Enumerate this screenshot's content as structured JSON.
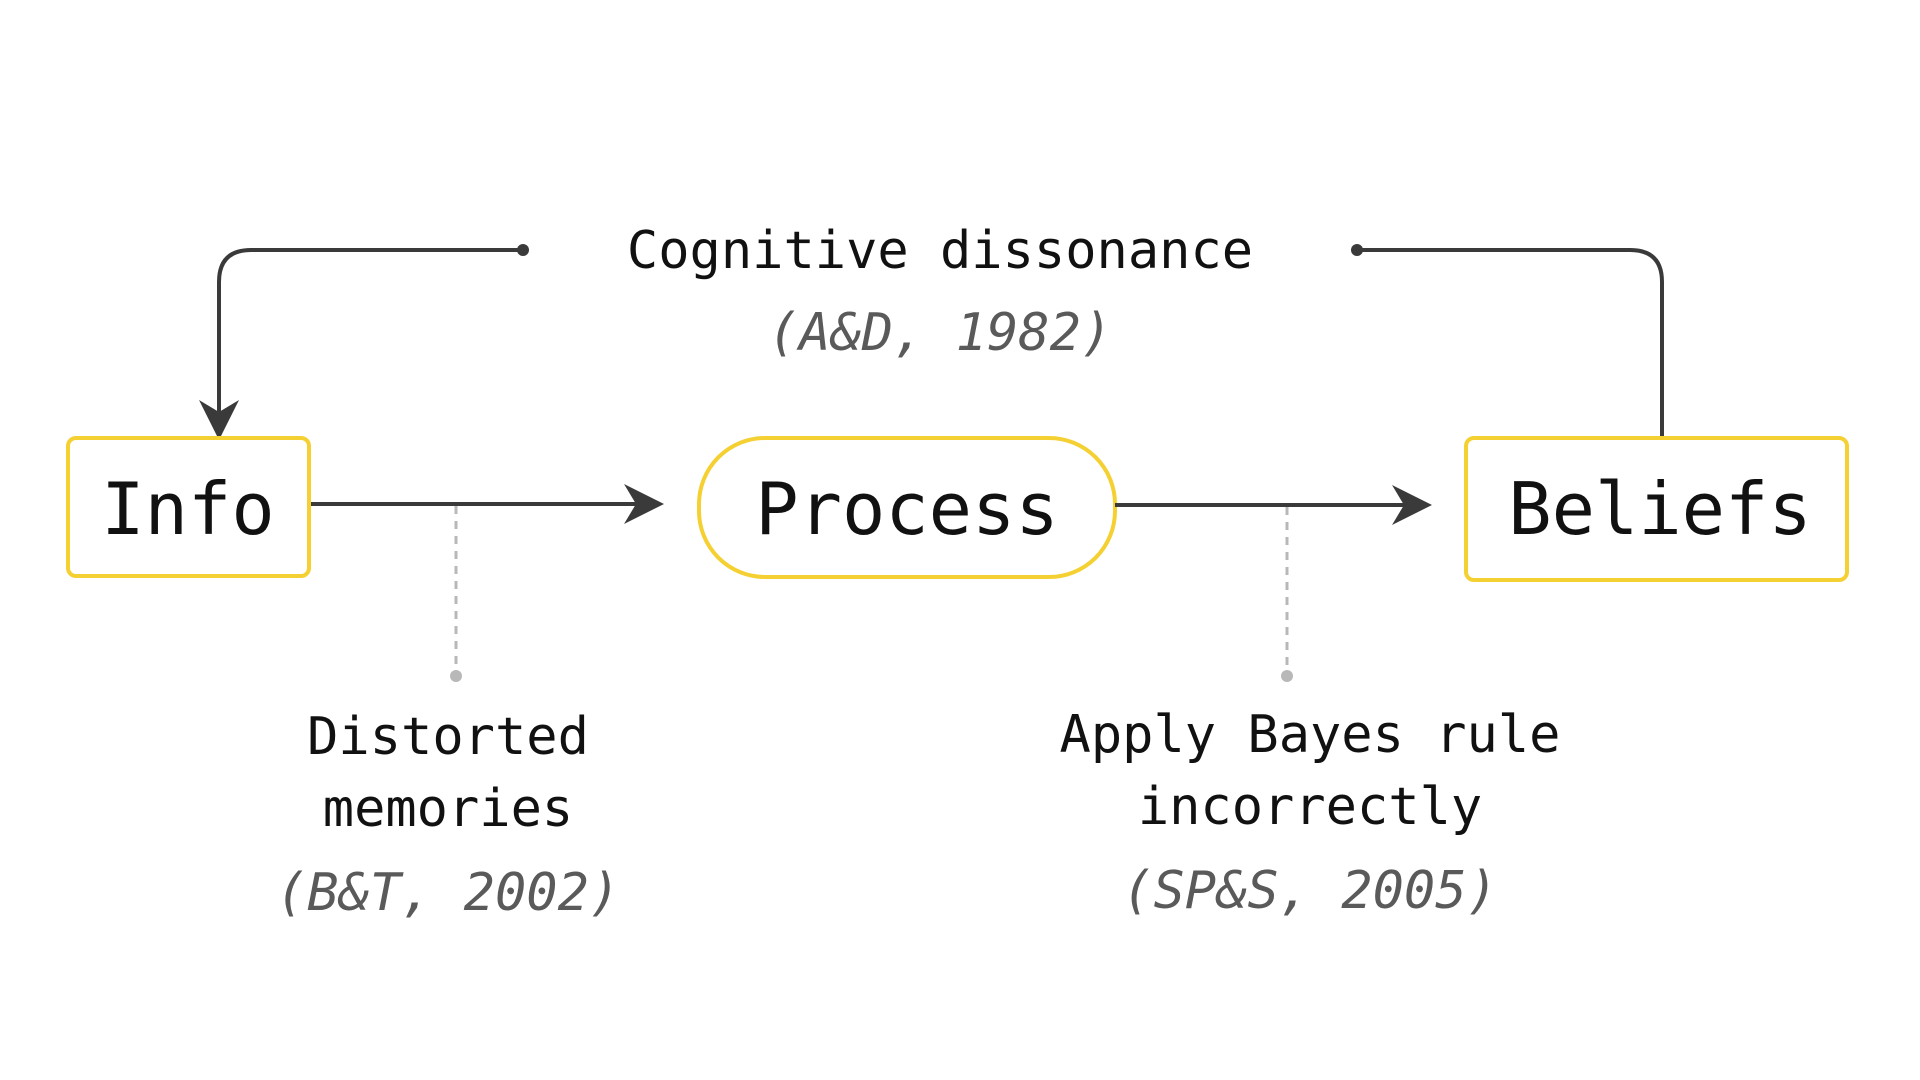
{
  "colors": {
    "node_border": "#F5D033",
    "edge": "#3a3a3a",
    "connector": "#b8b8b8",
    "citation": "#5a5a5a",
    "text": "#111111"
  },
  "nodes": {
    "info": "Info",
    "process": "Process",
    "beliefs": "Beliefs"
  },
  "feedback": {
    "label": "Cognitive dissonance",
    "citation": "(A&D, 1982)"
  },
  "annotations": {
    "info_to_process": {
      "line1": "Distorted",
      "line2": "memories",
      "citation": "(B&T, 2002)"
    },
    "process_to_beliefs": {
      "line1": "Apply Bayes rule",
      "line2": "incorrectly",
      "citation": "(SP&S, 2005)"
    }
  }
}
